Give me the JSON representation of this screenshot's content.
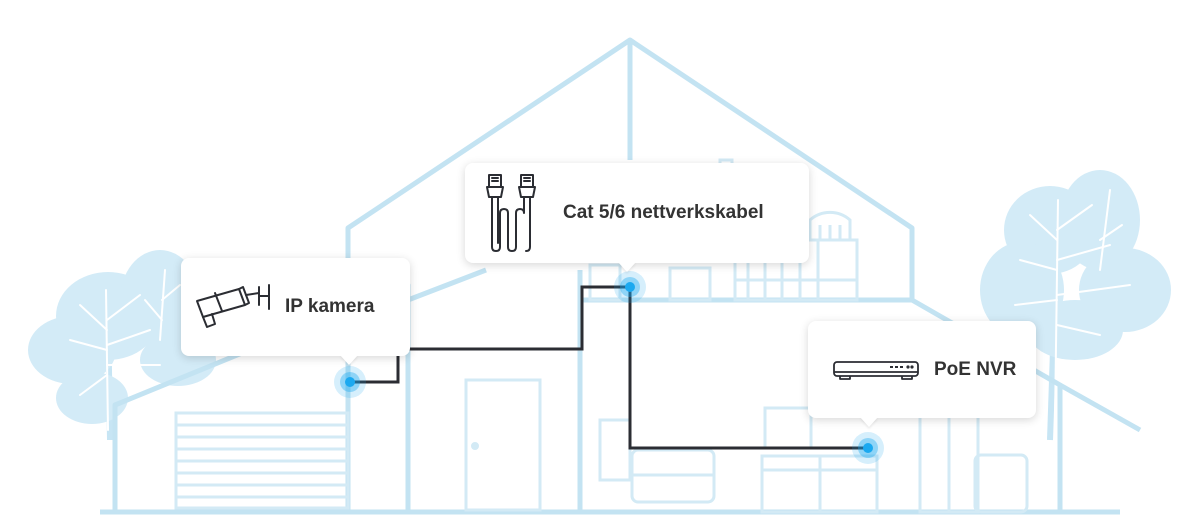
{
  "diagram": {
    "nodes": [
      {
        "id": "camera",
        "label": "IP kamera",
        "icon": "ip-camera-icon"
      },
      {
        "id": "cable",
        "label": "Cat 5/6 nettverkskabel",
        "icon": "ethernet-cable-icon"
      },
      {
        "id": "nvr",
        "label": "PoE NVR",
        "icon": "nvr-recorder-icon"
      }
    ],
    "colors": {
      "house_outline": "#c3e3f2",
      "tree_fill": "#d3ebf7",
      "tree_branch": "#ffffff",
      "cable": "#2b2d33",
      "connection_point": "#1ba9f0"
    }
  }
}
